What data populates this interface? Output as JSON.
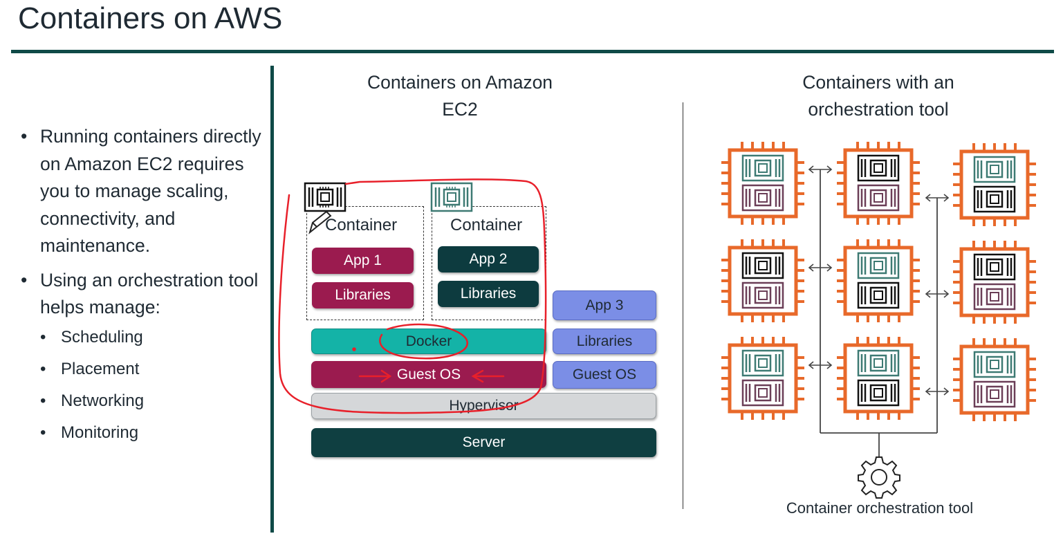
{
  "slide": {
    "title": "Containers on AWS"
  },
  "bullets": [
    {
      "text": "Running containers directly on Amazon EC2 requires you to manage scaling, connectivity, and maintenance."
    },
    {
      "text": "Using an orchestration tool helps manage:"
    }
  ],
  "sub_bullets": [
    "Scheduling",
    "Placement",
    "Networking",
    "Monitoring"
  ],
  "ec2_panel": {
    "title_line1": "Containers on Amazon",
    "title_line2": "EC2",
    "container1_label": "Container",
    "container2_label": "Container",
    "app1": "App 1",
    "libraries1": "Libraries",
    "app2": "App 2",
    "libraries2": "Libraries",
    "app3": "App 3",
    "libraries3": "Libraries",
    "docker": "Docker",
    "guest_os1": "Guest OS",
    "guest_os2": "Guest OS",
    "hypervisor": "Hypervisor",
    "server": "Server"
  },
  "orchestration_panel": {
    "title_line1": "Containers with an",
    "title_line2": "orchestration tool",
    "tool_label": "Container orchestration tool"
  },
  "colors": {
    "accent_dark_teal": "#0f4a47",
    "app_magenta": "#9b1b4f",
    "app_dark_teal": "#0d3b3f",
    "app_blue": "#7b8ee6",
    "docker_teal": "#14b3a7",
    "chip_orange": "#e8692a",
    "annotation_red": "#e8202a"
  }
}
